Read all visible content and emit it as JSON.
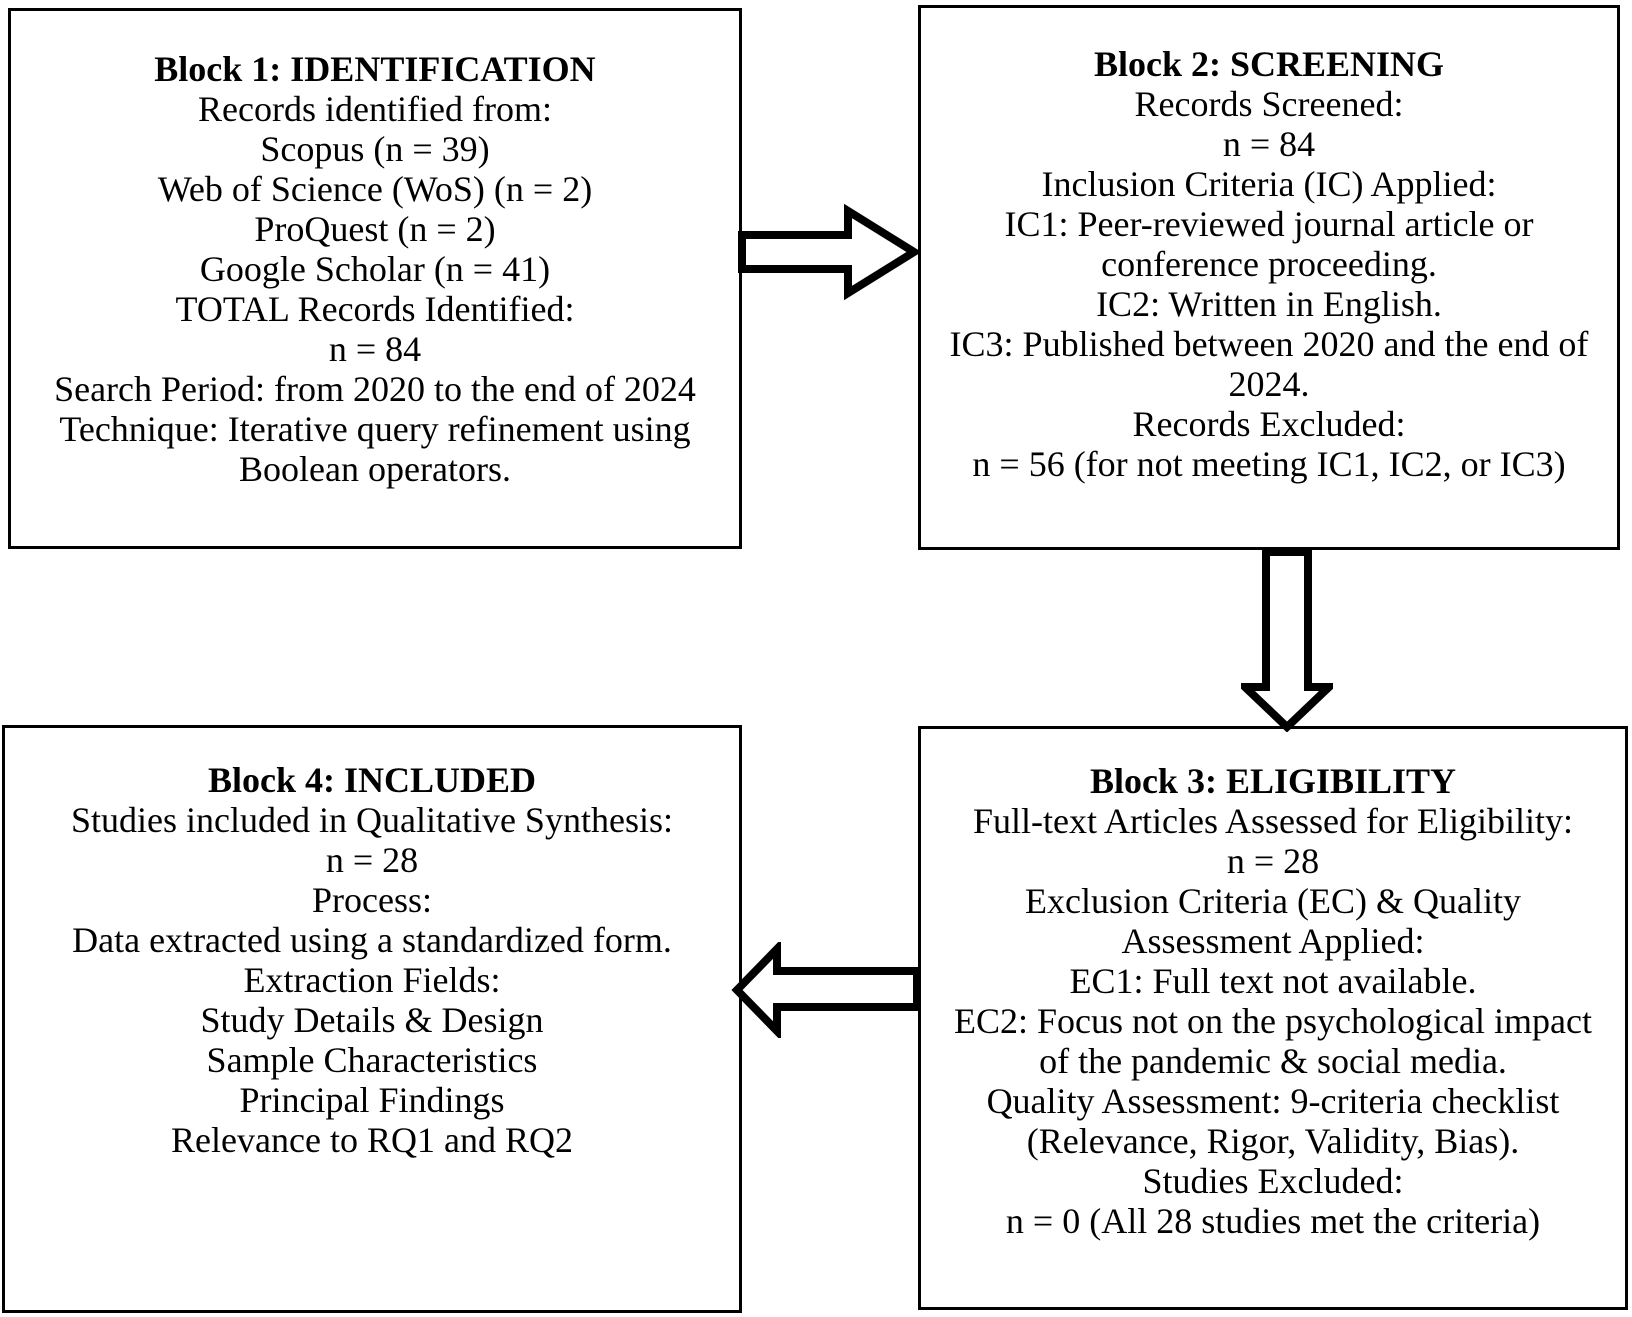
{
  "colors": {
    "background": "#ffffff",
    "border": "#000000",
    "text": "#000000"
  },
  "blocks": {
    "identification": {
      "title": "Block 1: IDENTIFICATION",
      "lines": [
        "Records identified from:",
        "Scopus (n = 39)",
        "Web of Science (WoS) (n = 2)",
        "ProQuest (n = 2)",
        "Google Scholar (n = 41)",
        "TOTAL Records Identified:",
        "n = 84",
        "Search Period: from 2020 to the end of 2024",
        "Technique: Iterative query refinement using Boolean operators."
      ]
    },
    "screening": {
      "title": "Block 2: SCREENING",
      "lines": [
        "Records Screened:",
        "n = 84",
        "Inclusion Criteria (IC) Applied:",
        "IC1: Peer-reviewed journal article or conference proceeding.",
        "IC2: Written in English.",
        "IC3: Published between 2020 and the end of 2024.",
        "Records Excluded:",
        "n = 56 (for not meeting IC1, IC2, or IC3)"
      ]
    },
    "eligibility": {
      "title": "Block 3: ELIGIBILITY",
      "lines": [
        "Full-text Articles Assessed for Eligibility:",
        "n = 28",
        "Exclusion Criteria (EC) & Quality Assessment Applied:",
        "EC1: Full text not available.",
        "EC2: Focus not on the psychological impact of the pandemic & social media.",
        "Quality Assessment: 9-criteria checklist (Relevance, Rigor, Validity, Bias).",
        "Studies Excluded:",
        "n = 0 (All 28 studies met the criteria)"
      ]
    },
    "included": {
      "title": "Block 4: INCLUDED",
      "lines": [
        "Studies included in Qualitative Synthesis:",
        "n = 28",
        "Process:",
        "Data extracted using a standardized form.",
        "Extraction Fields:",
        "Study Details & Design",
        "Sample Characteristics",
        "Principal Findings",
        "Relevance to RQ1 and RQ2"
      ]
    }
  },
  "arrows": [
    {
      "name": "identification-to-screening",
      "direction": "right"
    },
    {
      "name": "screening-to-eligibility",
      "direction": "down"
    },
    {
      "name": "eligibility-to-included",
      "direction": "left"
    }
  ]
}
